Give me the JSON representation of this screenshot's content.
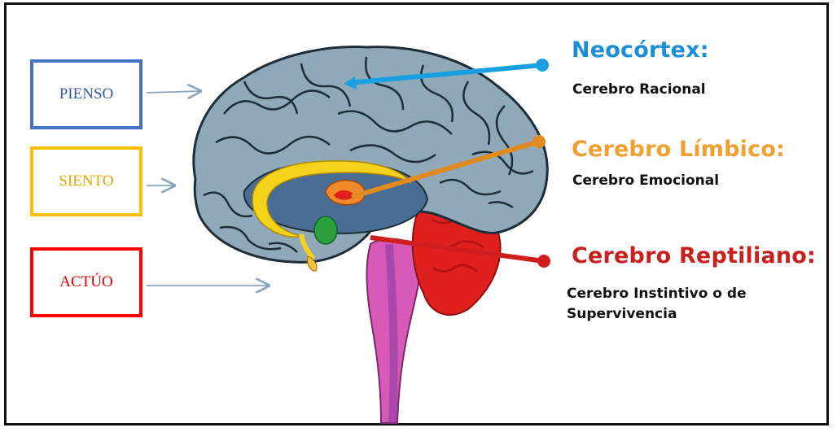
{
  "boxes": {
    "think": "PIENSO",
    "feel": "SIENTO",
    "act": "ACTÚO"
  },
  "labels": {
    "neocortex": {
      "title": "Neocórtex:",
      "subtitle": "Cerebro Racional",
      "color": "#1a8fd8"
    },
    "limbic": {
      "title": "Cerebro Límbico:",
      "subtitle": "Cerebro Emocional",
      "color": "#f0a030"
    },
    "reptilian": {
      "title": "Cerebro Reptiliano:",
      "subtitle": "Cerebro Instintivo o de Supervivencia",
      "color": "#c8201e"
    }
  },
  "colors": {
    "think_box": "#4472c4",
    "feel_box": "#ffc000",
    "act_box": "#ff0000",
    "brain_cortex": "#8fa9b8",
    "limbic_yellow": "#f5d21c",
    "brainstem_pink": "#d85ab8",
    "cerebellum_red": "#e0201e"
  }
}
